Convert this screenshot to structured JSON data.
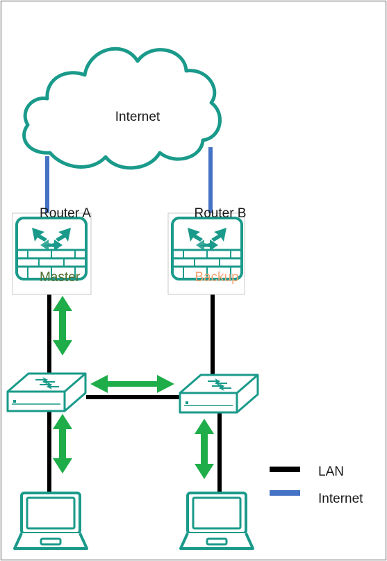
{
  "diagram": {
    "cloud_label": "Internet",
    "router_a": {
      "name": "Router A",
      "role": "Master"
    },
    "router_b": {
      "name": "Router B",
      "role": "Backup"
    },
    "legend": [
      {
        "label": "LAN",
        "color": "#000000"
      },
      {
        "label": "Internet",
        "color": "#4472c4"
      }
    ]
  },
  "colors": {
    "device_outline": "#1a9a8a",
    "arrow": "#1fad4a",
    "master_text": "#4f6f2f",
    "backup_text": "#f0a472",
    "lan_line": "#000000",
    "internet_line": "#4472c4"
  },
  "icons": [
    "cloud-icon",
    "router-icon",
    "switch-icon",
    "laptop-icon",
    "double-arrow-icon"
  ]
}
